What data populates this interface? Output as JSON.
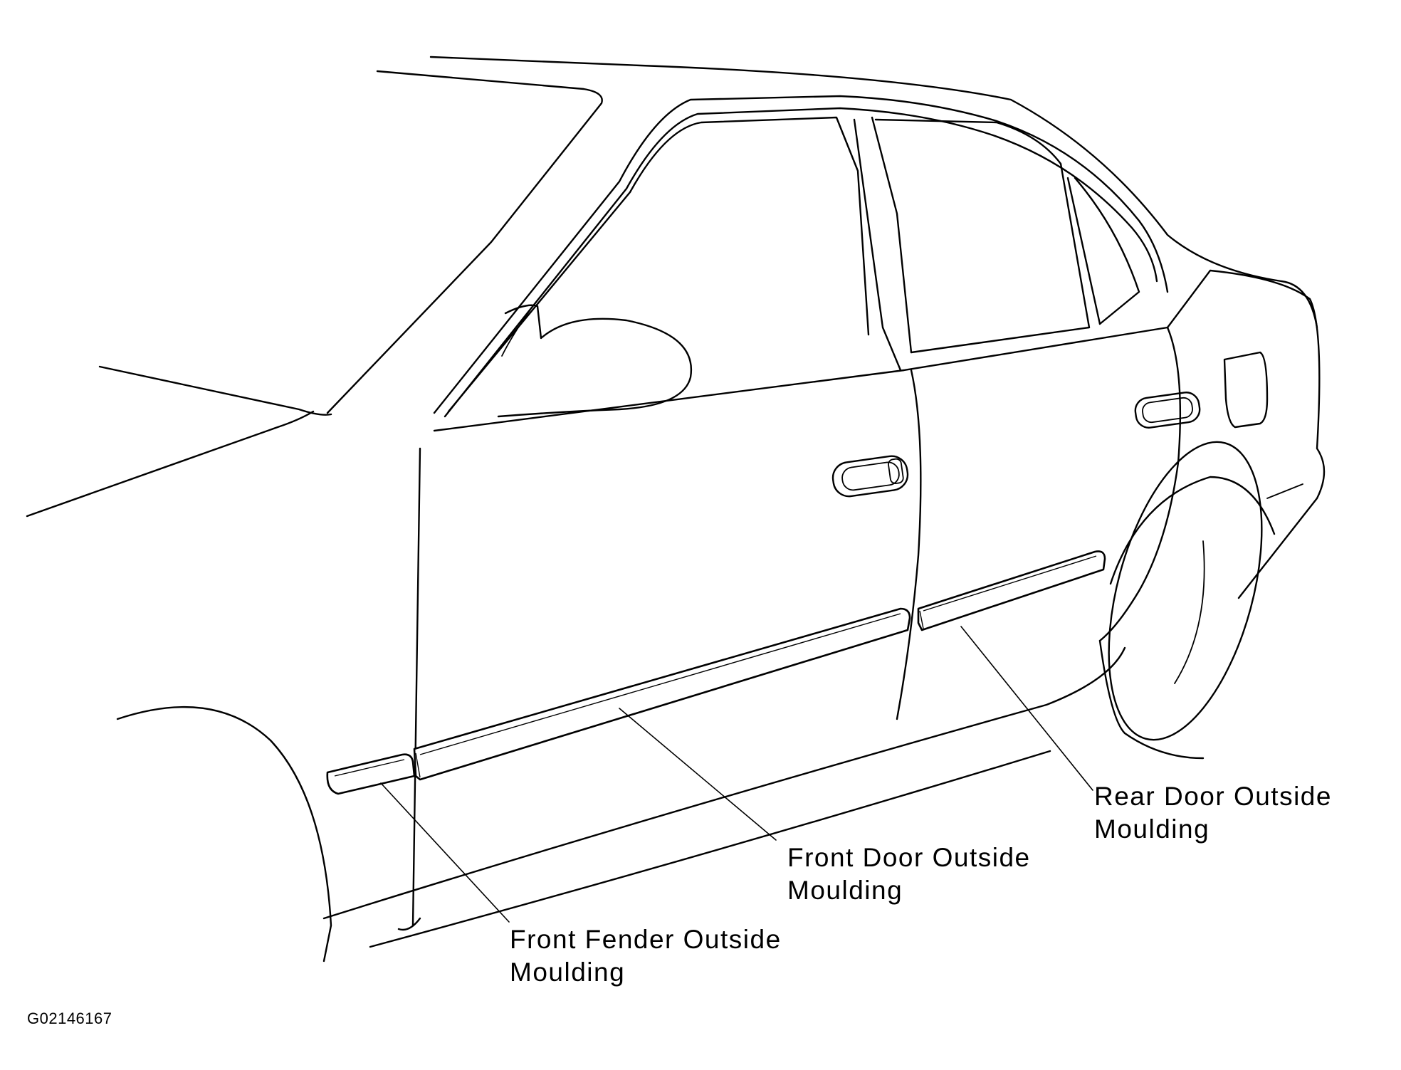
{
  "callouts": {
    "rear_door": {
      "line1": "Rear Door Outside",
      "line2": "Moulding"
    },
    "front_door": {
      "line1": "Front Door Outside",
      "line2": "Moulding"
    },
    "front_fender": {
      "line1": "Front Fender Outside",
      "line2": "Moulding"
    }
  },
  "figure_id": "G02146167"
}
